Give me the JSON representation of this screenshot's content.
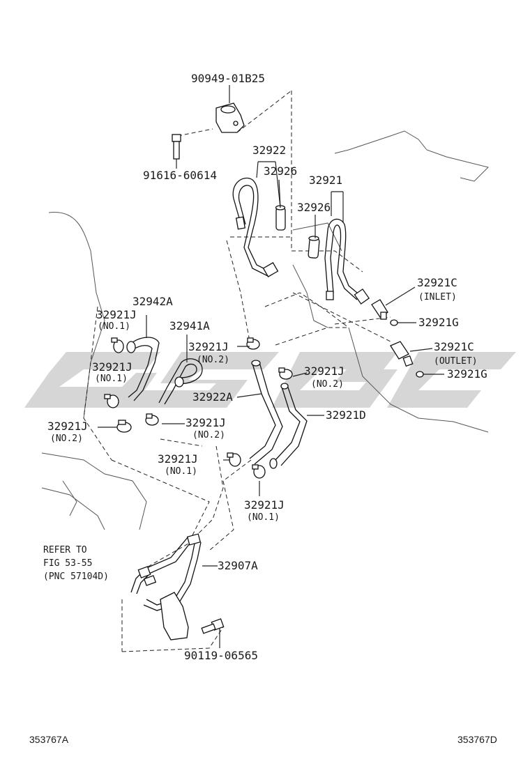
{
  "callouts": {
    "bracket_top": "90949-01B25",
    "bolt_top": "91616-60614",
    "hose_32922": "32922",
    "sleeve_a": "32926",
    "hose_32921": "32921",
    "sleeve_b": "32926",
    "union_inlet": "32921C",
    "union_inlet_note": "(INLET)",
    "oring_a": "32921G",
    "union_outlet": "32921C",
    "union_outlet_note": "(OUTLET)",
    "oring_b": "32921G",
    "hose_32942a": "32942A",
    "hose_32941a": "32941A",
    "clamp_a": "32921J",
    "clamp_a_note": "(NO.1)",
    "clamp_b": "32921J",
    "clamp_b_note": "(NO.2)",
    "clamp_c": "32921J",
    "clamp_c_note": "(NO.1)",
    "clamp_d": "32921J",
    "clamp_d_note": "(NO.2)",
    "hose_32922a": "32922A",
    "hose_32921d": "32921D",
    "clamp_e": "32921J",
    "clamp_e_note": "(NO.2)",
    "clamp_f": "32921J",
    "clamp_f_note": "(NO.2)",
    "clamp_g": "32921J",
    "clamp_g_note": "(NO.1)",
    "clamp_h": "32921J",
    "clamp_h_note": "(NO.1)",
    "tube_32907a": "32907A",
    "bolt_bottom": "90119-06565"
  },
  "reference_note": {
    "line1": "REFER TO",
    "line2": "FIG 53-55",
    "line3": "(PNC 57104D)"
  },
  "footer": {
    "left_code": "353767A",
    "right_code": "353767D"
  },
  "colors": {
    "line": "#222222",
    "watermark": "#cfcfcf"
  }
}
